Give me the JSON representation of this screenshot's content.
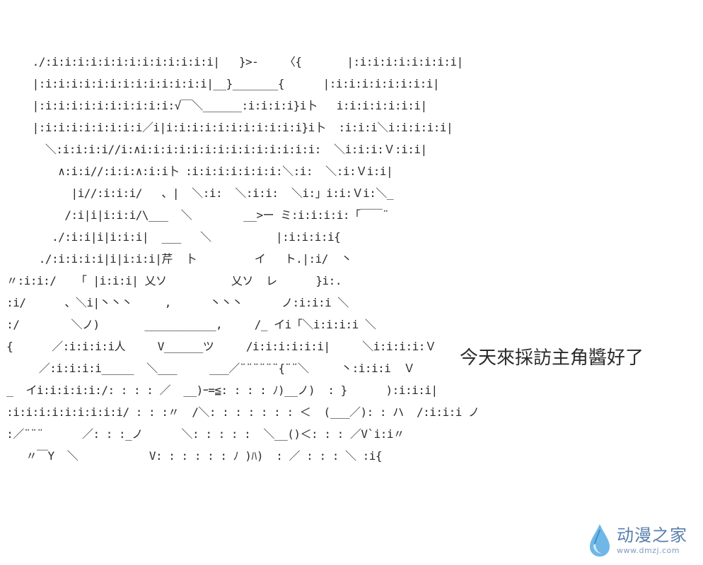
{
  "speech_text": "今天來採訪主角醬好了",
  "watermark": {
    "name": "动漫之家",
    "url": "www.dmzj.com",
    "icon": "water-drop-icon"
  },
  "colors": {
    "background": "#ffffff",
    "ink": "#2a2a2a",
    "watermark_primary": "#5a7fae",
    "watermark_secondary": "#7f9cc2"
  }
}
